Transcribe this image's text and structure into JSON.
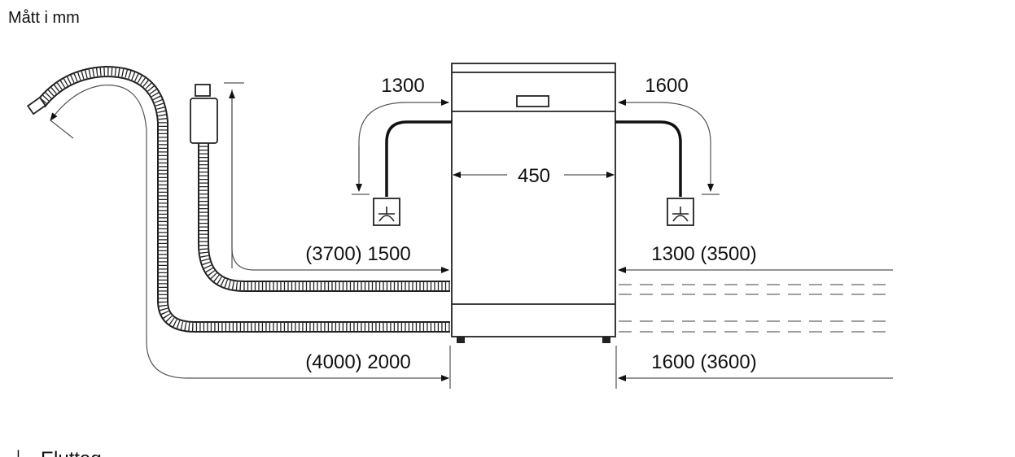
{
  "title": "Mått i mm",
  "dimensions": {
    "width": "450",
    "power_left": "1300",
    "power_right": "1600",
    "inlet_left": "(3700) 1500",
    "inlet_right": "1300 (3500)",
    "drain_left": "(4000) 2000",
    "drain_right": "1600 (3600)"
  },
  "legend": {
    "symbol": "⊥",
    "label": "Eluttag"
  }
}
